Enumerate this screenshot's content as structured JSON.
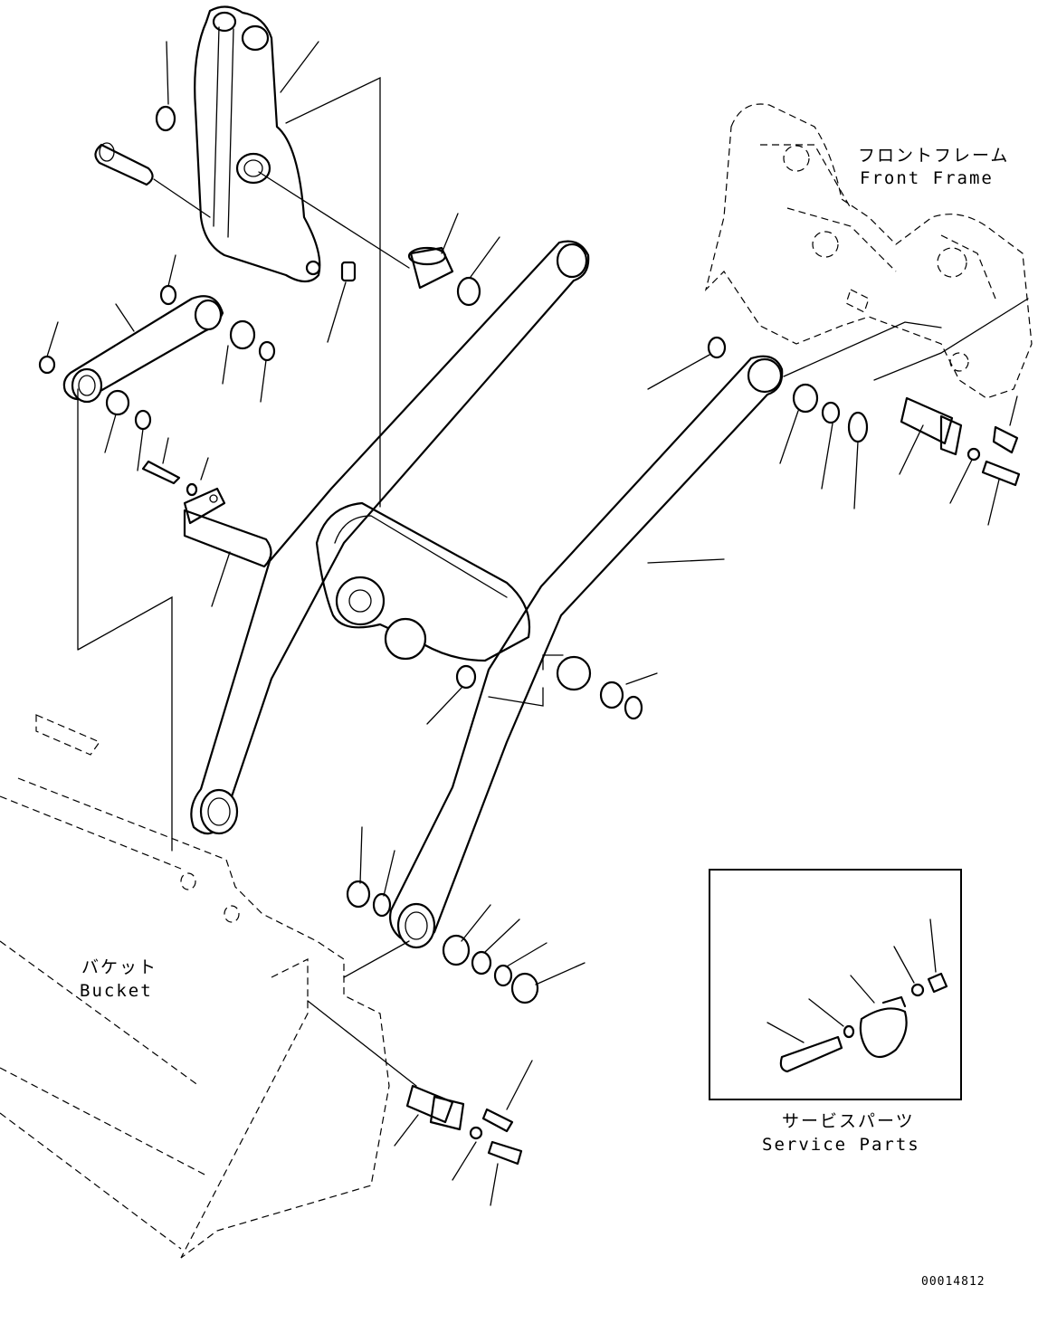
{
  "labels": {
    "front_frame_jp": "フロントフレーム",
    "front_frame_en": "Front Frame",
    "bucket_jp": "バケット",
    "bucket_en": "Bucket",
    "service_parts_jp": "サービスパーツ",
    "service_parts_en": "Service Parts"
  },
  "drawing_number": "00014812",
  "colors": {
    "line": "#000000",
    "background": "#ffffff"
  }
}
